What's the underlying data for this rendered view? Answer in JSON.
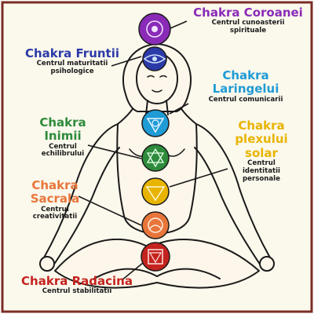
{
  "colors": {
    "paper": "#fbf8ec",
    "border": "#7b2d26",
    "outline": "#1a1a1a",
    "skin": "#fdf6ea"
  },
  "chakras": [
    {
      "key": "crown",
      "title": "Chakra Coroanei",
      "title_lines": [
        "Chakra Coroanei"
      ],
      "desc_lines": [
        "Centrul cunoasterii",
        "spirituale"
      ],
      "color": "#8a2bb8",
      "symbol": "lotus-crown-icon"
    },
    {
      "key": "brow",
      "title": "Chakra Fruntii",
      "title_lines": [
        "Chakra Fruntii"
      ],
      "desc_lines": [
        "Centrul maturitatii",
        "psihologice"
      ],
      "color": "#2c3aa8",
      "symbol": "third-eye-icon"
    },
    {
      "key": "throat",
      "title": "Chakra Laringelui",
      "title_lines": [
        "Chakra",
        "Laringelui"
      ],
      "desc_lines": [
        "Centrul comunicarii"
      ],
      "color": "#1f9bd6",
      "symbol": "throat-lotus-icon"
    },
    {
      "key": "heart",
      "title": "Chakra Inimii",
      "title_lines": [
        "Chakra",
        "Inimii"
      ],
      "desc_lines": [
        "Centrul",
        "echilibrului"
      ],
      "color": "#2e8b3c",
      "symbol": "hexagram-icon"
    },
    {
      "key": "solar",
      "title": "Chakra plexului solar",
      "title_lines": [
        "Chakra",
        "plexului",
        "solar"
      ],
      "desc_lines": [
        "Centrul",
        "identitatii",
        "personale"
      ],
      "color": "#e8b400",
      "symbol": "solar-plexus-icon"
    },
    {
      "key": "sacral",
      "title": "Chakra Sacrala",
      "title_lines": [
        "Chakra",
        "Sacrala"
      ],
      "desc_lines": [
        "Centrul",
        "creativitatii"
      ],
      "color": "#e8763a",
      "symbol": "sacral-lotus-icon"
    },
    {
      "key": "root",
      "title": "Chakra Radacina",
      "title_lines": [
        "Chakra Radacina"
      ],
      "desc_lines": [
        "Centrul stabilitatii"
      ],
      "color": "#c4231f",
      "symbol": "root-square-icon"
    }
  ]
}
